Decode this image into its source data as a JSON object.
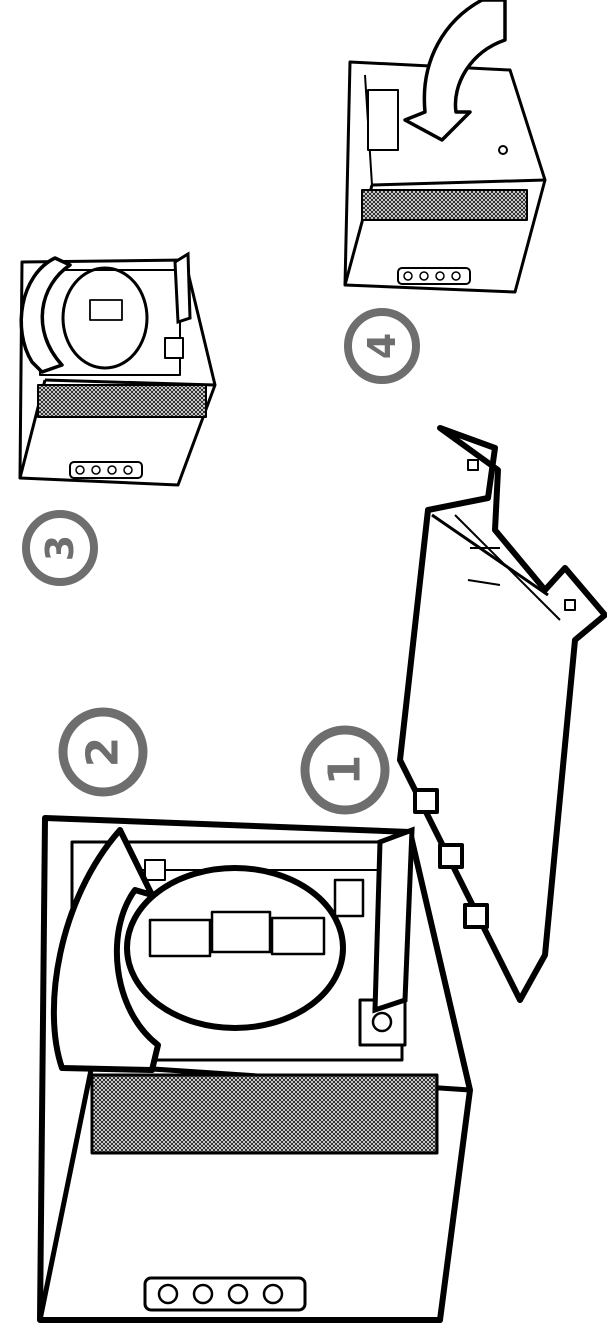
{
  "diagram": {
    "title": "",
    "colors": {
      "ink": "#000000",
      "paper": "#ffffff",
      "step_badge": "#6e6e6e",
      "grille": "#555555"
    },
    "steps": [
      {
        "id": "step-1",
        "number": "1"
      },
      {
        "id": "step-2",
        "number": "2"
      },
      {
        "id": "step-3",
        "number": "3"
      },
      {
        "id": "step-4",
        "number": "4"
      }
    ]
  }
}
